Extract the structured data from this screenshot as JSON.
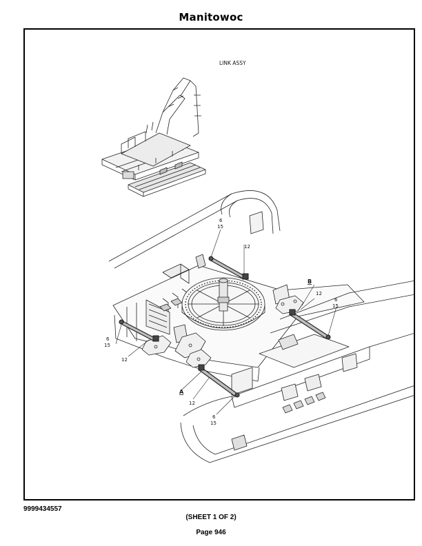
{
  "header": {
    "brand": "Manitowoc"
  },
  "drawing": {
    "title": "LINK ASSY",
    "callouts": {
      "c_top_6": "6",
      "c_top_15": "15",
      "c_top_12": "12",
      "c_b": "B",
      "c_b_12": "12",
      "c_b_6": "6",
      "c_b_15": "15",
      "c_l_6": "6",
      "c_l_15": "15",
      "c_l_12": "12",
      "c_a": "A",
      "c_a_12": "12",
      "c_a_6": "6",
      "c_a_15": "15"
    }
  },
  "footer": {
    "doc_number": "9999434557",
    "sheet": "(SHEET 1 OF 2)",
    "page": "Page 946"
  }
}
